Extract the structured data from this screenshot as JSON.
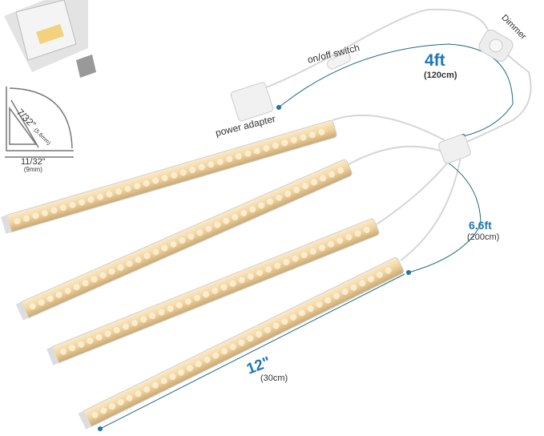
{
  "labels": {
    "on_off_switch": "on/off switch",
    "power_adapter": "power adapter",
    "dimmer": "Dimmer",
    "cable_4ft": "4ft",
    "cable_4ft_metric": "(120cm)",
    "cable_6ft": "6.6ft",
    "cable_6ft_metric": "(200cm)",
    "bar_length": "12\"",
    "bar_length_metric": "(30cm)",
    "profile_height": "7/32\"",
    "profile_height_metric": "(5.6mm)",
    "profile_width": "11/32\"",
    "profile_width_metric": "(9mm)"
  },
  "colors": {
    "accent": "#1f78b4",
    "led_warm": "#f3d9a6",
    "housing": "#d9d9d9"
  }
}
